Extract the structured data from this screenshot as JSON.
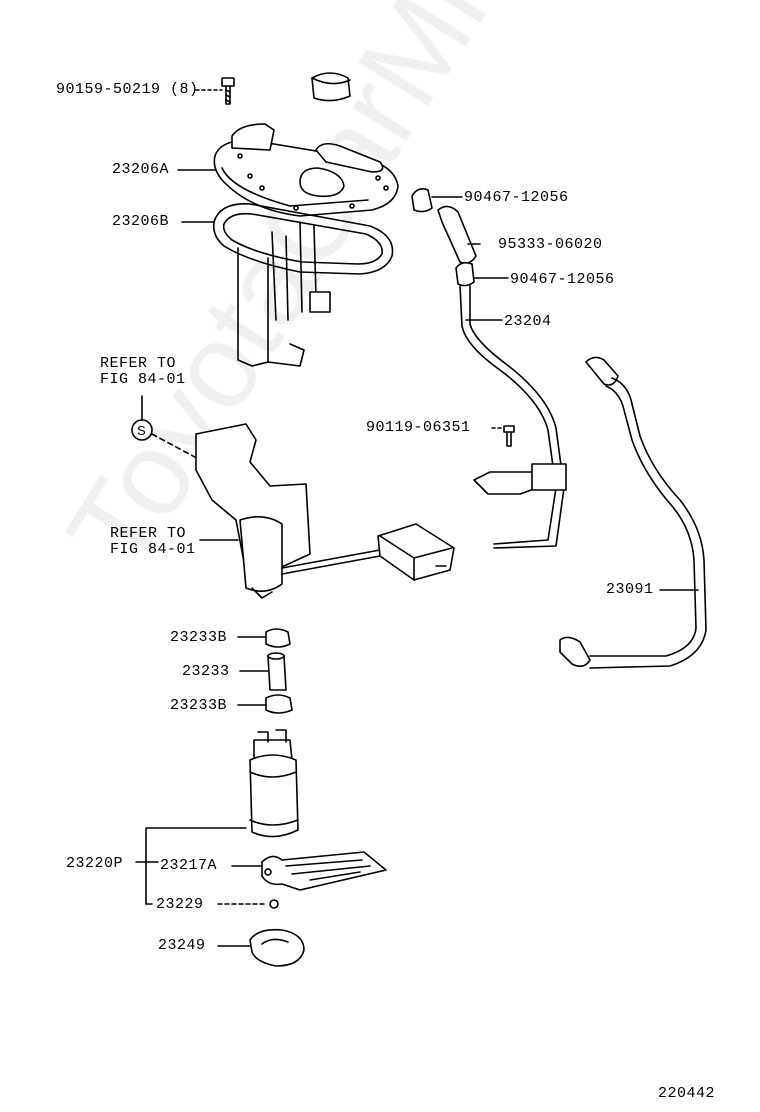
{
  "watermark": "ToyotaCarMine.ru",
  "diagram_id": "220442",
  "labels": {
    "bolt_top": "90159-50219 (8)",
    "p23206A": "23206A",
    "p23206B": "23206B",
    "clip1": "90467-12056",
    "hose": "95333-06020",
    "clip2": "90467-12056",
    "p23204": "23204",
    "refer1_l1": "REFER TO",
    "refer1_l2": "FIG 84-01",
    "bolt_mid": "90119-06351",
    "refer2_l1": "REFER TO",
    "refer2_l2": "FIG 84-01",
    "p23091": "23091",
    "p23233B_top": "23233B",
    "p23233": "23233",
    "p23233B_bot": "23233B",
    "p23220P": "23220P",
    "p23217A": "23217A",
    "p23229": "23229",
    "p23249": "23249",
    "s_symbol": "S"
  }
}
